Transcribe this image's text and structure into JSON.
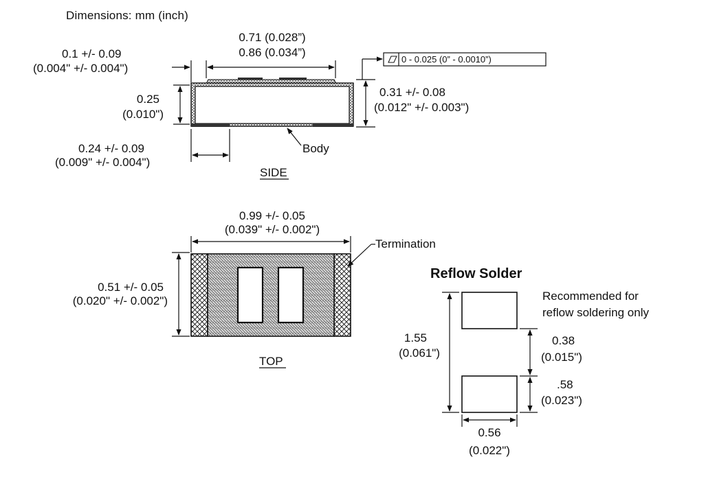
{
  "header": {
    "dimensions_note": "Dimensions:  mm (inch)"
  },
  "side_view": {
    "view_label": "SIDE",
    "dim_top_line1": "0.71 (0.028”)",
    "dim_top_line2": "0.86 (0.034”)",
    "dim_left_offset_line1": "0.1 +/- 0.09",
    "dim_left_offset_line2": "(0.004\" +/- 0.004\")",
    "dim_body_height_line1": "0.25",
    "dim_body_height_line2": "(0.010\")",
    "dim_total_height_line1": "0.31 +/- 0.08",
    "dim_total_height_line2": "(0.012\" +/- 0.003\")",
    "dim_term_width_line1": "0.24 +/- 0.09",
    "dim_term_width_line2": "(0.009\" +/- 0.004\")",
    "flatness_tolerance": "0 - 0.025 (0” - 0.0010”)",
    "body_callout": "Body"
  },
  "top_view": {
    "view_label": "TOP",
    "dim_length_line1": "0.99 +/- 0.05",
    "dim_length_line2": "(0.039\" +/- 0.002\")",
    "dim_width_line1": "0.51 +/- 0.05",
    "dim_width_line2": "(0.020\" +/- 0.002\")",
    "termination_callout": "Termination"
  },
  "reflow": {
    "title": "Reflow Solder",
    "note_line1": "Recommended for",
    "note_line2": "reflow soldering only",
    "dim_total_line1": "1.55",
    "dim_total_line2": "(0.061\")",
    "dim_gap_line1": "0.38",
    "dim_gap_line2": "(0.015\")",
    "dim_pad_height_line1": ".58",
    "dim_pad_height_line2": "(0.023\")",
    "dim_pad_width_line1": "0.56",
    "dim_pad_width_line2": "(0.022\")"
  }
}
